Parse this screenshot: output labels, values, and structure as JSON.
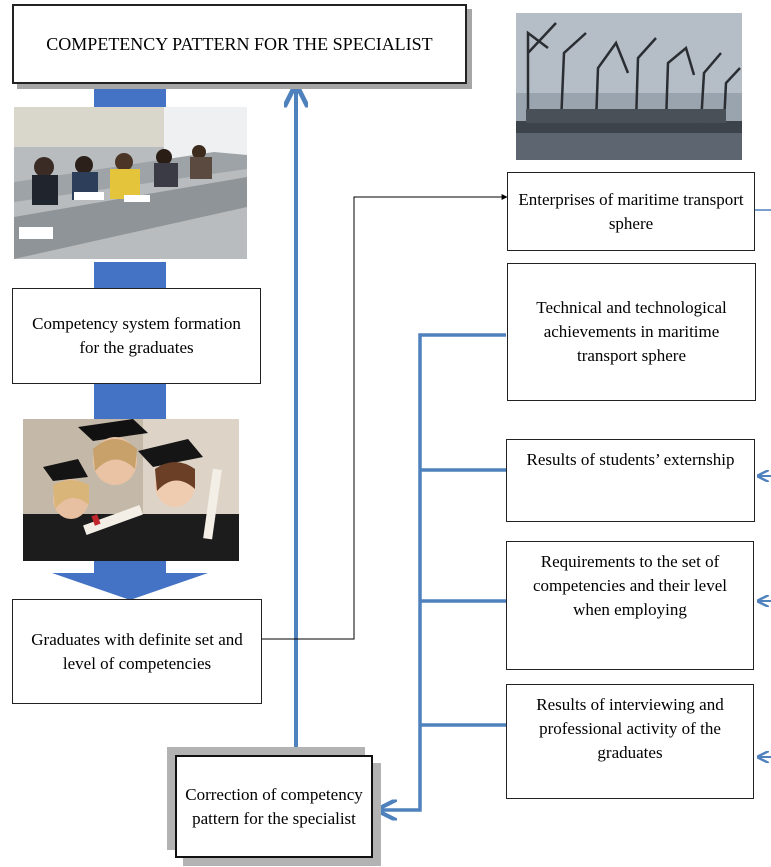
{
  "top_box": "COMPETENCY PATTERN FOR THE SPECIALIST",
  "left_flow": {
    "formation": "Competency system formation for the graduates",
    "graduates": "Graduates with definite set and level of competencies"
  },
  "correction_box": "Correction of competency pattern for the specialist",
  "right_boxes": {
    "enterprises": "Enterprises of maritime transport sphere",
    "technical": "Technical and technological achievements in maritime transport sphere",
    "externship": "Results of students’ externship",
    "requirements": "Requirements to the set of competencies and their level when employing",
    "interviewing": "Results of interviewing and professional activity of the graduates"
  },
  "images": {
    "classroom": "classroom-photo",
    "graduation": "graduation-photo",
    "port": "port-cranes-photo"
  },
  "colors": {
    "connector": "#4f81bd",
    "arrow_fill": "#4472c4",
    "box_border": "#222222"
  }
}
